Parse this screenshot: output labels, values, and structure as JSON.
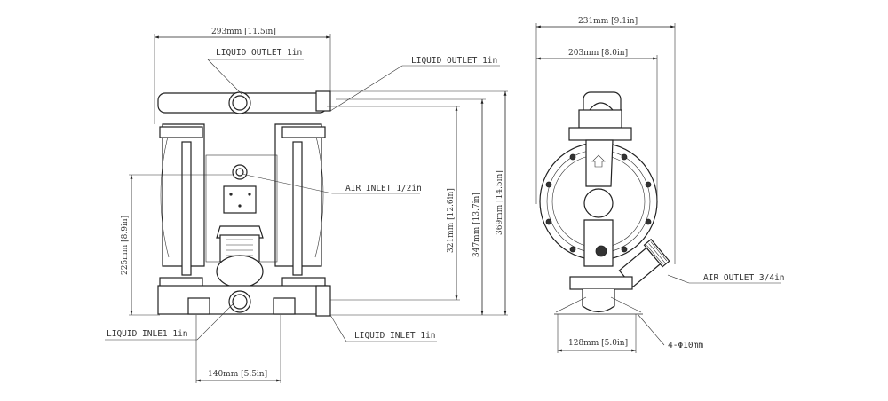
{
  "front_view": {
    "width_dim": "293mm [11.5in]",
    "outlet_label_top": "LIQUID OUTLET 1in",
    "outlet_label_right": "LIQUID OUTLET 1in",
    "air_inlet_label": "AIR INLET 1/2in",
    "height_225": "225mm [8.9in]",
    "height_321": "321mm [12.6in]",
    "height_347": "347mm [13.7in]",
    "height_369": "369mm [14.5in]",
    "inlet_label_left": "LIQUID INLE1 1in",
    "inlet_label_right": "LIQUID INLET 1in",
    "foot_spacing": "140mm [5.5in]"
  },
  "side_view": {
    "width_231": "231mm [9.1in]",
    "width_203": "203mm [8.0in]",
    "air_outlet_label": "AIR OUTLET 3/4in",
    "base_width": "128mm [5.0in]",
    "mount_holes": "4-Φ10mm"
  }
}
